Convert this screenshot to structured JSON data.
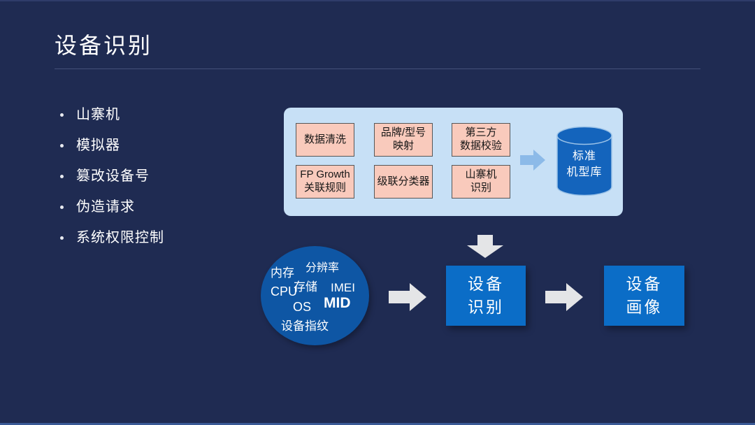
{
  "header": {
    "title": "设备识别"
  },
  "bullets": [
    "山寨机",
    "模拟器",
    "篡改设备号",
    "伪造请求",
    "系统权限控制"
  ],
  "panel": {
    "boxes": [
      "数据清洗",
      "品牌/型号\n映射",
      "第三方\n数据校验",
      "FP Growth\n关联规则",
      "级联分类器",
      "山寨机\n识别"
    ],
    "database_label": "标准\n机型库"
  },
  "circle": {
    "labels": [
      "内存",
      "分辨率",
      "存储",
      "CPU",
      "IMEI",
      "OS",
      "MID",
      "设备指纹"
    ]
  },
  "flow": {
    "identify_label": "设备\n识别",
    "profile_label": "设备\n画像"
  },
  "icons": {
    "panel_arrow": "arrow-right-blue",
    "flow_arrows": "arrow-right-gray",
    "down_arrow": "arrow-down-gray",
    "database": "database-cylinder"
  },
  "colors": {
    "background": "#1f2b52",
    "panel_bg": "#c7e0f6",
    "process_box_bg": "#f9cabc",
    "process_box_border": "#565656",
    "flow_box_bg": "#0b6dc7",
    "circle_bg": "#0e56a4",
    "cylinder_bg": "#1464bc",
    "arrow_gray": "#e4e5e7",
    "arrow_blue": "#8cbae8",
    "title_color": "#ffffff"
  }
}
